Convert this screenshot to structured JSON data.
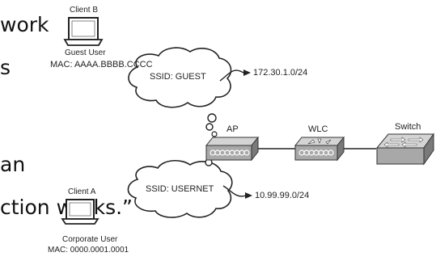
{
  "slide_text": {
    "line1": "work",
    "line2": "s",
    "line3": "an",
    "line4": "ction works.”"
  },
  "client_b": {
    "name": "Client B",
    "role": "Guest User",
    "mac": "MAC: AAAA.BBBB.CCCC"
  },
  "client_a": {
    "name": "Client A",
    "role": "Corporate User",
    "mac": "MAC: 0000.0001.0001"
  },
  "clouds": {
    "guest": "SSID: GUEST",
    "usernet": "SSID: USERNET"
  },
  "subnets": {
    "guest": "172.30.1.0/24",
    "usernet": "10.99.99.0/24"
  },
  "devices": {
    "ap": "AP",
    "wlc": "WLC",
    "switch": "Switch"
  }
}
